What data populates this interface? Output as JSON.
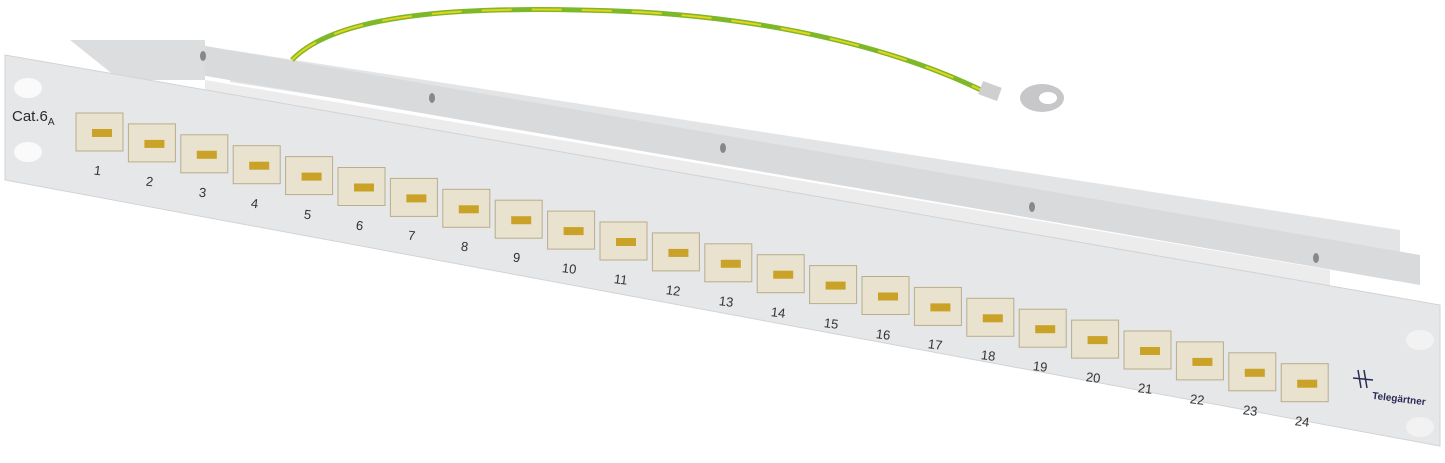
{
  "product": {
    "category_label": "Cat.6",
    "category_sub": "A",
    "brand": "Telegärtner",
    "port_labels": [
      "1",
      "2",
      "3",
      "4",
      "5",
      "6",
      "7",
      "8",
      "9",
      "10",
      "11",
      "12",
      "13",
      "14",
      "15",
      "16",
      "17",
      "18",
      "19",
      "20",
      "21",
      "22",
      "23",
      "24"
    ]
  },
  "colors": {
    "panel": "#e6e7e8",
    "panel_shadow": "#cfd0d2",
    "port_frame": "#e9e2cf",
    "port_contacts": "#c9a227",
    "wire_green": "#7cb828",
    "wire_yellow": "#e8d21c",
    "brand": "#2b2b55"
  }
}
